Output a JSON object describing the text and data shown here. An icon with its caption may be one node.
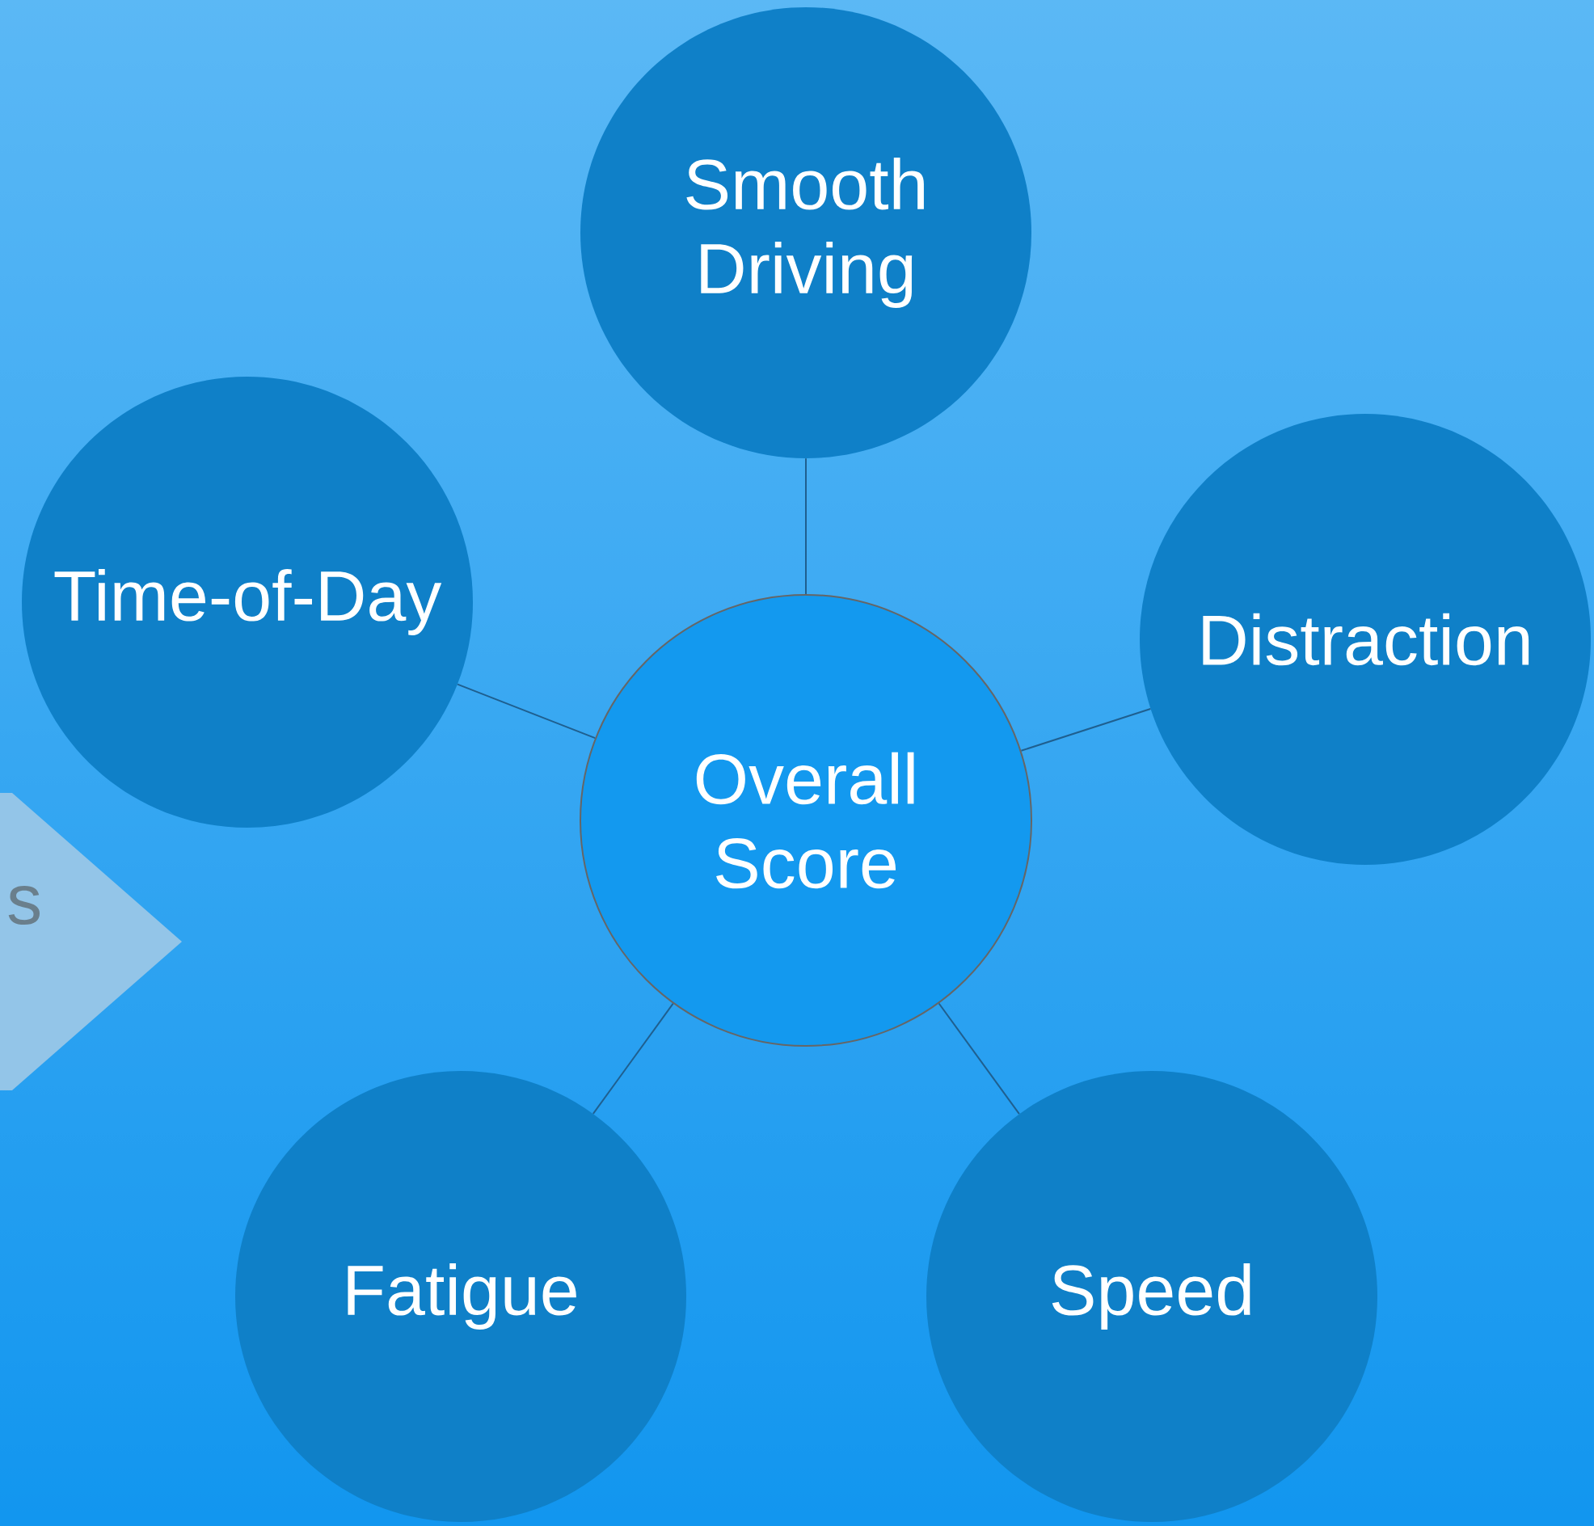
{
  "diagram": {
    "nodes": [
      {
        "text": [
          "Smooth Driving"
        ]
      },
      {
        "text": [
          "Time-of-Day"
        ]
      },
      {
        "text": [
          "Distraction"
        ]
      },
      {
        "text": [
          "Overall Score"
        ]
      },
      {
        "text": [
          "s"
        ]
      },
      {
        "text": [
          "Fatigue"
        ]
      },
      {
        "text": [
          "Speed"
        ]
      }
    ],
    "edges": [
      {
        "from": 3,
        "to": 0,
        "arrow": "none"
      },
      {
        "from": 3,
        "to": 1,
        "arrow": "none"
      },
      {
        "from": 3,
        "to": 2,
        "arrow": "none"
      },
      {
        "from": 3,
        "to": 5,
        "arrow": "none"
      },
      {
        "from": 3,
        "to": 6,
        "arrow": "none"
      }
    ]
  }
}
